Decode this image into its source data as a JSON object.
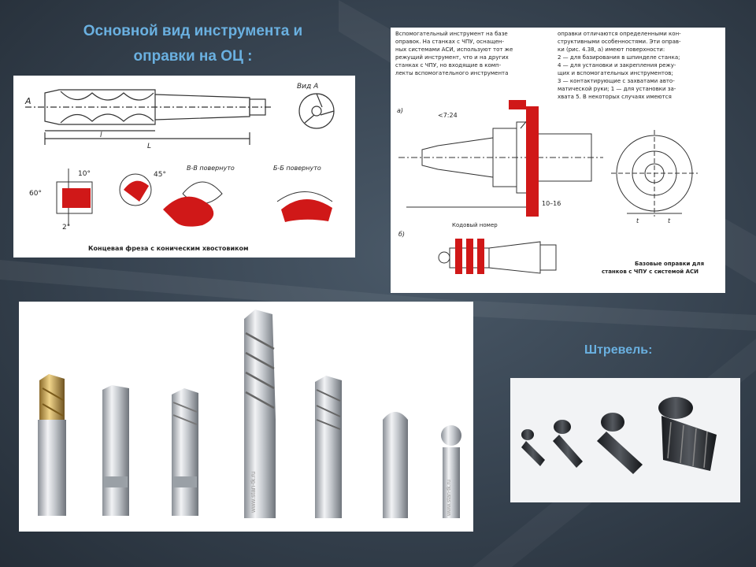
{
  "slide": {
    "title_line1": "Основной вид инструмента и",
    "title_line2": "оправки на ОЦ :",
    "shtrevel_label": "Штревель:"
  },
  "drawing1": {
    "caption": "Концевая фреза с коническим хвостовиком",
    "labels": {
      "a": "A",
      "view": "Вид A",
      "section_vv": "В-В повернуто",
      "section_bb": "Б-Б повернуто",
      "angle_60": "60°",
      "angle_10": "10°",
      "angle_2": "2°",
      "angle_45": "45°",
      "l": "l",
      "L": "L"
    }
  },
  "drawing2": {
    "text_col1_l1": "Вспомогательный инструмент на базе",
    "text_col1_l2": "оправок. На станках с ЧПУ, оснащен-",
    "text_col1_l3": "ных системами АСИ, используют тот же",
    "text_col1_l4": "режущий инструмент, что и на других",
    "text_col1_l5": "станках с ЧПУ, но входящие в комп-",
    "text_col1_l6": "лекты вспомогательного инструмента",
    "text_col2_l1": "оправки отличаются определенными кон-",
    "text_col2_l2": "структивными особенностями. Эти оправ-",
    "text_col2_l3": "ки (рис. 4.38, а) имеют поверхности:",
    "text_col2_l4": "2 — для базирования в шпинделе станка;",
    "text_col2_l5": "4 — для установки и закрепления режу-",
    "text_col2_l6": "щих и вспомогательных инструментов;",
    "text_col2_l7": "3 — контактирующие с захватами авто-",
    "text_col2_l8": "матической руки; 1 — для установки за-",
    "text_col2_l9": "хвата 5. В некоторых случаях имеются",
    "label_a": "а)",
    "label_b": "б)",
    "label_taper": "<7:24",
    "label_dim": "10–16",
    "label_code": "Кодовый номер",
    "label_t1": "t",
    "label_t2": "t",
    "caption_l1": "Базовые оправки для",
    "caption_l2": "станков с ЧПУ с системой АСИ"
  },
  "mills": {
    "watermark1": "www.stan-tk.ru",
    "watermark2": "www.stan-tk.ru"
  },
  "colors": {
    "title": "#6ab0e0",
    "red": "#d01818",
    "background": "#36424f"
  }
}
